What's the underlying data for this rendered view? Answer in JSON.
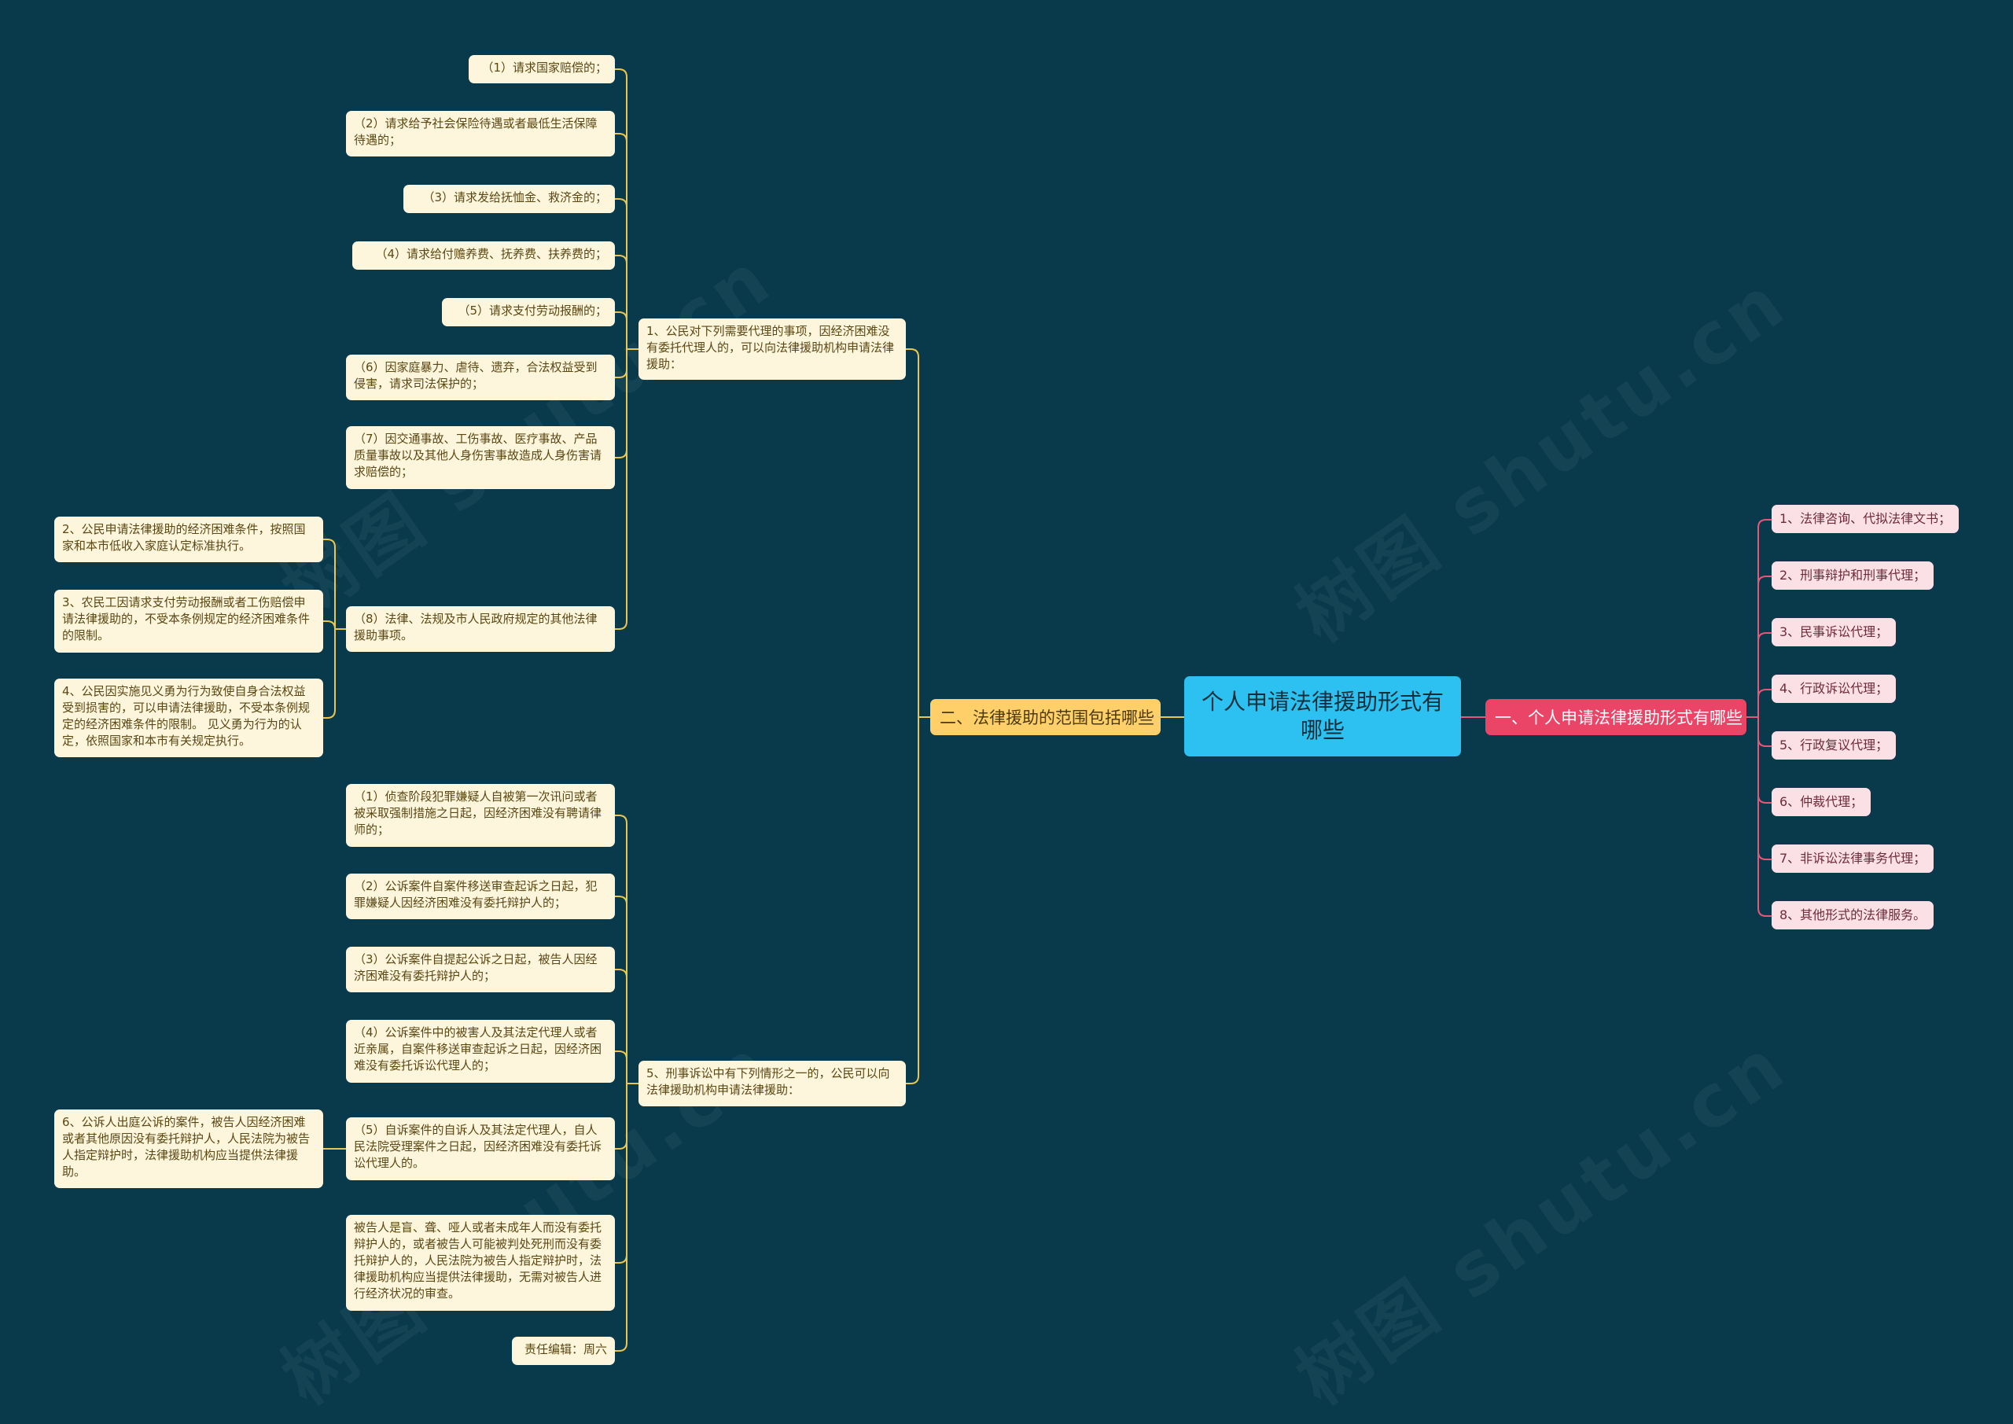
{
  "diagram": {
    "center": "个人申请法律援助形式有哪些",
    "right_branch": {
      "label": "一、个人申请法律援助形式有哪些",
      "items": [
        "1、法律咨询、代拟法律文书；",
        "2、刑事辩护和刑事代理；",
        "3、民事诉讼代理；",
        "4、行政诉讼代理；",
        "5、行政复议代理；",
        "6、仲裁代理；",
        "7、非诉讼法律事务代理；",
        "8、其他形式的法律服务。"
      ]
    },
    "left_branch": {
      "label": "二、法律援助的范围包括哪些",
      "group1": {
        "label": "1、公民对下列需要代理的事项，因经济困难没有委托代理人的，可以向法律援助机构申请法律援助：",
        "items": [
          "（1）请求国家赔偿的；",
          "（2）请求给予社会保险待遇或者最低生活保障待遇的；",
          "（3）请求发给抚恤金、救济金的；",
          "（4）请求给付赡养费、抚养费、扶养费的；",
          "（5）请求支付劳动报酬的；",
          "（6）因家庭暴力、虐待、遗弃，合法权益受到侵害，请求司法保护的；",
          "（7）因交通事故、工伤事故、医疗事故、产品质量事故以及其他人身伤害事故造成人身伤害请求赔偿的；",
          "（8）法律、法规及市人民政府规定的其他法律援助事项。"
        ],
        "sub_items": [
          "2、公民申请法律援助的经济困难条件，按照国家和本市低收入家庭认定标准执行。",
          "3、农民工因请求支付劳动报酬或者工伤赔偿申请法律援助的，不受本条例规定的经济困难条件的限制。",
          "4、公民因实施见义勇为行为致使自身合法权益受到损害的，可以申请法律援助，不受本条例规定的经济困难条件的限制。 见义勇为行为的认定，依照国家和本市有关规定执行。"
        ]
      },
      "group2": {
        "label": "5、刑事诉讼中有下列情形之一的，公民可以向法律援助机构申请法律援助：",
        "items": [
          "（1）侦查阶段犯罪嫌疑人自被第一次讯问或者被采取强制措施之日起，因经济困难没有聘请律师的；",
          "（2）公诉案件自案件移送审查起诉之日起，犯罪嫌疑人因经济困难没有委托辩护人的；",
          "（3）公诉案件自提起公诉之日起，被告人因经济困难没有委托辩护人的；",
          "（4）公诉案件中的被害人及其法定代理人或者近亲属，自案件移送审查起诉之日起，因经济困难没有委托诉讼代理人的；",
          "（5）自诉案件的自诉人及其法定代理人，自人民法院受理案件之日起，因经济困难没有委托诉讼代理人的。",
          "被告人是盲、聋、哑人或者未成年人而没有委托辩护人的，或者被告人可能被判处死刑而没有委托辩护人的，人民法院为被告人指定辩护时，法律援助机构应当提供法律援助，无需对被告人进行经济状况的审查。",
          "责任编辑：周六"
        ],
        "sub_items": [
          "6、公诉人出庭公诉的案件，被告人因经济困难或者其他原因没有委托辩护人，人民法院为被告人指定辩护时，法律援助机构应当提供法律援助。"
        ]
      }
    },
    "colors": {
      "background": "#083a4b",
      "center": "#2cc1f0",
      "right_main": "#ea4567",
      "right_leaf": "#fbe0e6",
      "right_line": "#e8577a",
      "left_main": "#ffd06a",
      "left_leaf": "#fdf5dc",
      "left_line": "#e9c64f"
    },
    "watermark": "树图 shutu.cn"
  }
}
